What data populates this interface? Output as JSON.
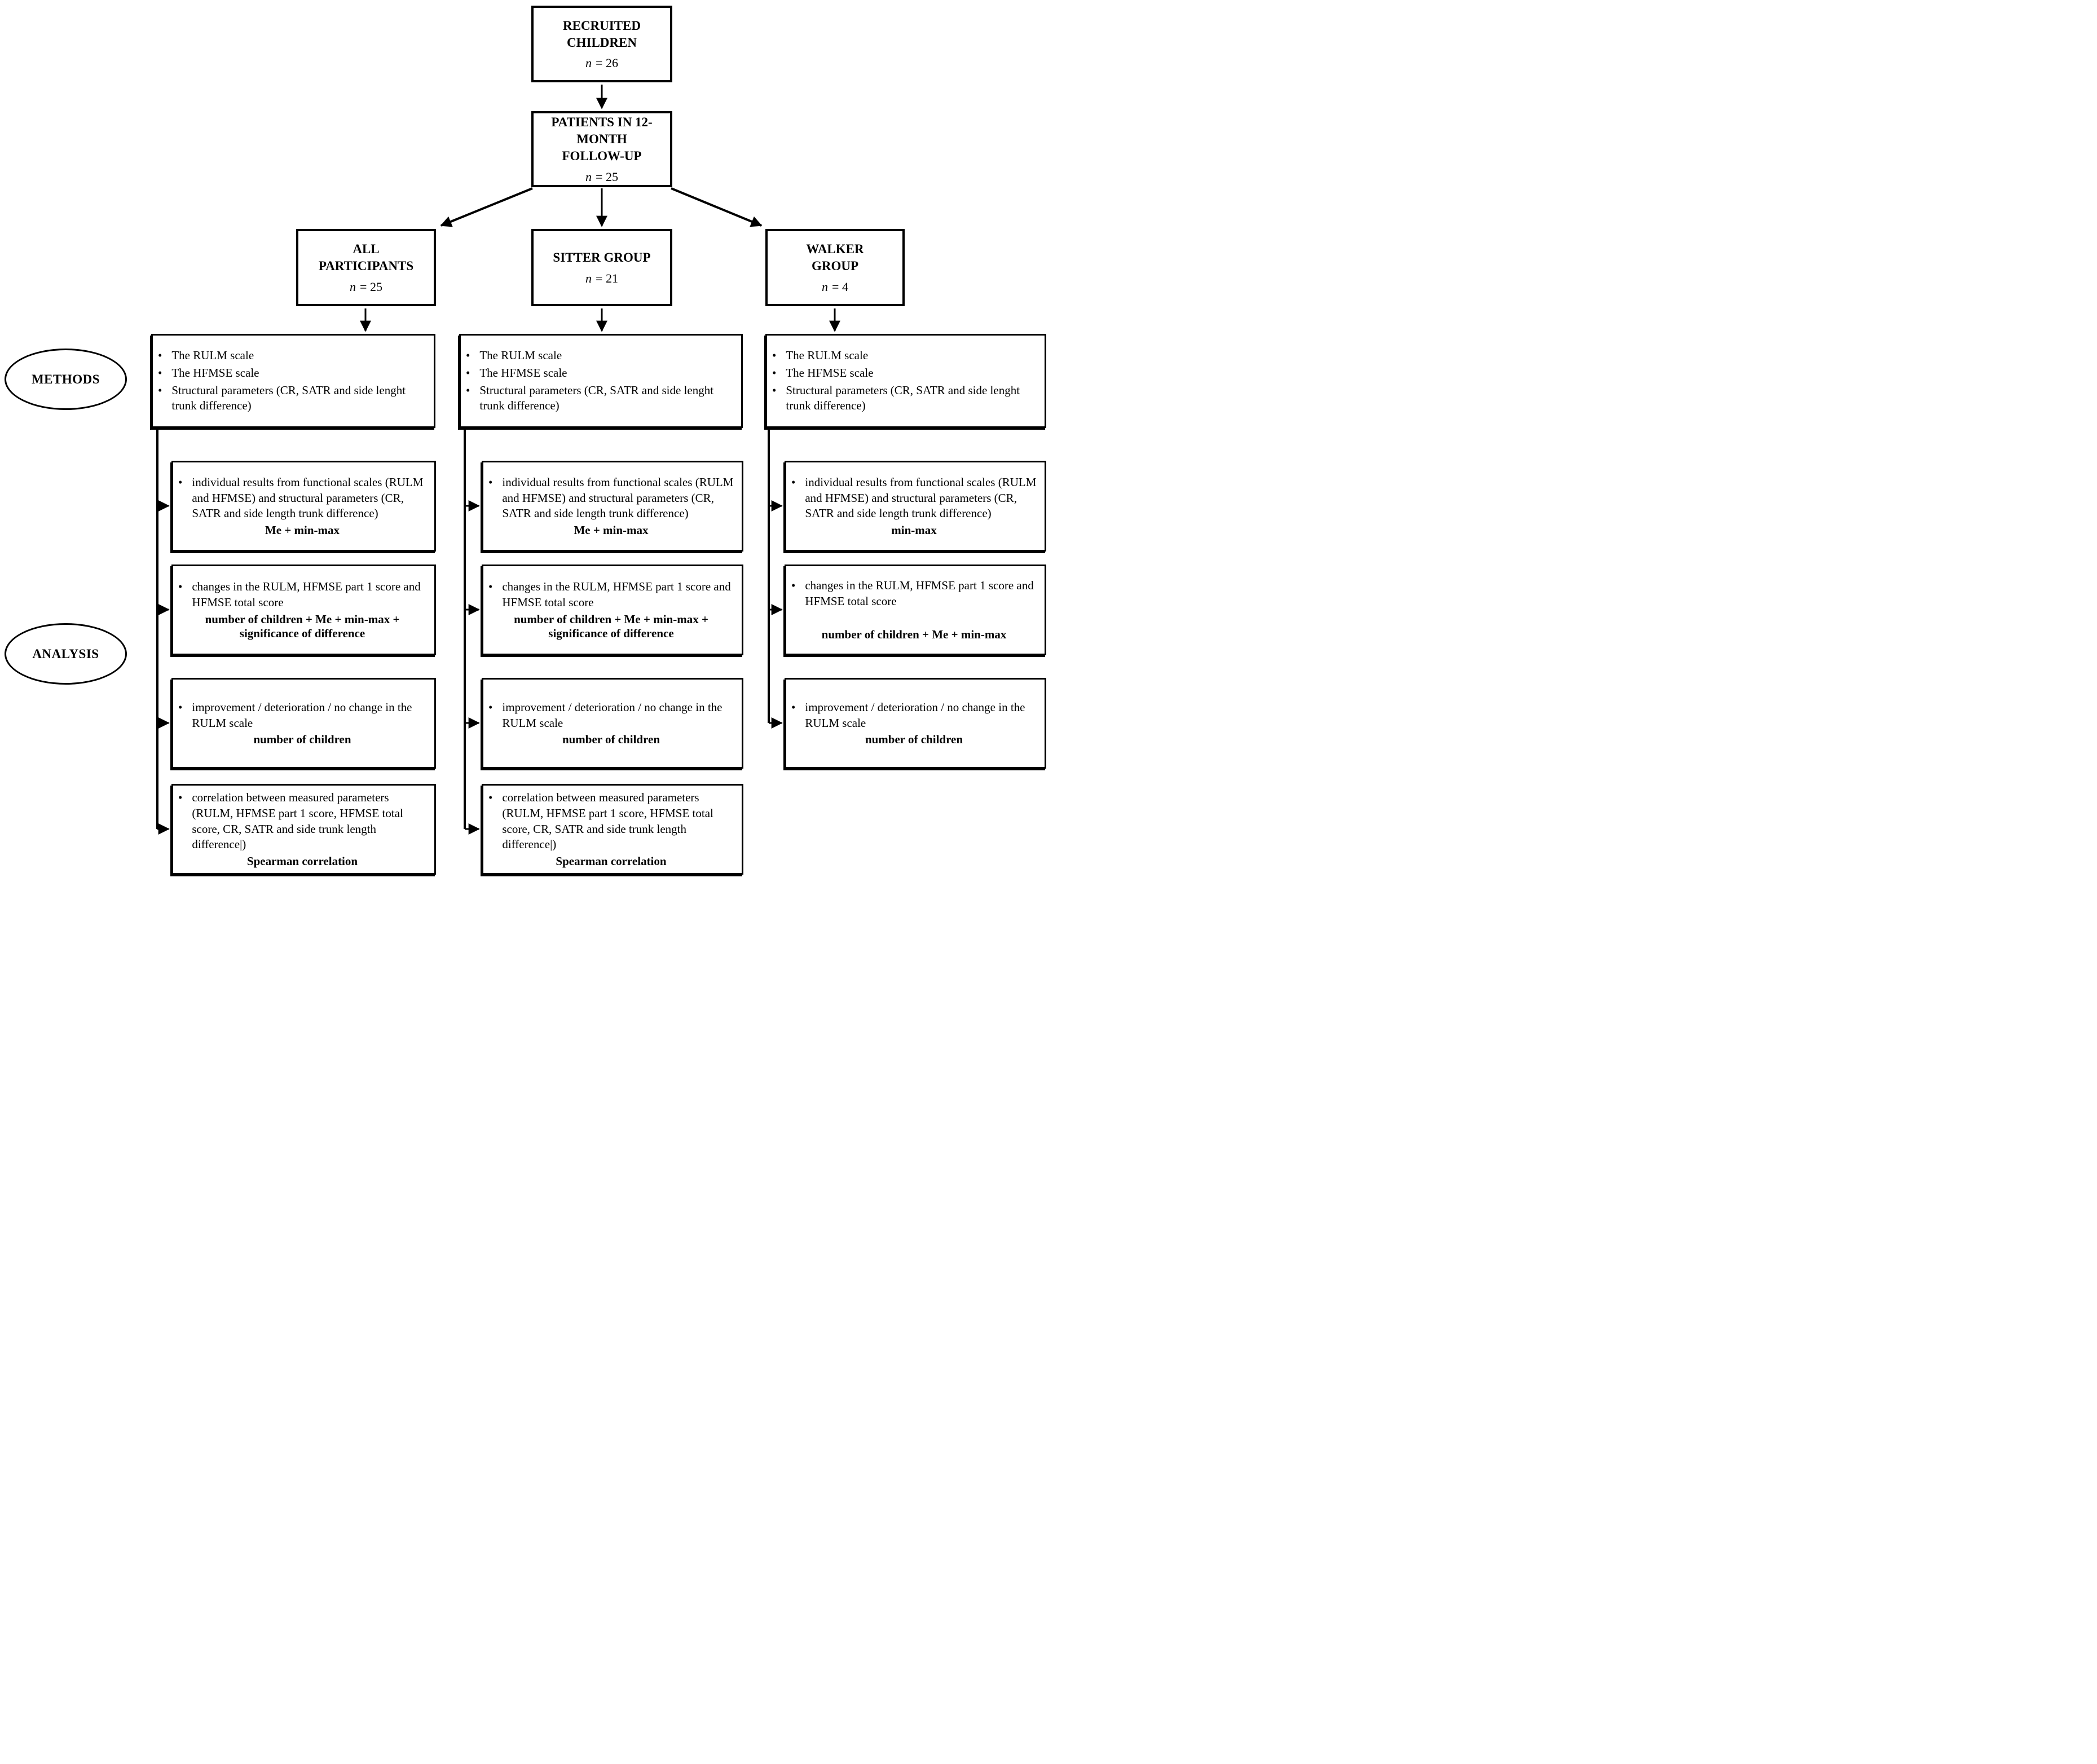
{
  "colors": {
    "ink": "#000000",
    "background": "#ffffff"
  },
  "nodes": {
    "recruited": {
      "title": "RECRUITED CHILDREN",
      "n_label": "n",
      "n_value": "= 26"
    },
    "followup": {
      "title": "PATIENTS IN 12-MONTH FOLLOW-UP",
      "n_label": "n",
      "n_value": "= 25"
    },
    "group_all": {
      "title": "ALL PARTICIPANTS",
      "n_label": "n",
      "n_value": "= 25"
    },
    "group_sitter": {
      "title": "SITTER GROUP",
      "n_label": "n",
      "n_value": "= 21"
    },
    "group_walker": {
      "title": "WALKER GROUP",
      "n_label": "n",
      "n_value": "= 4"
    }
  },
  "stage_labels": {
    "methods": "METHODS",
    "analysis": "ANALYSIS"
  },
  "methods": {
    "bullets": [
      "The RULM scale",
      "The HFMSE scale",
      "Structural parameters (CR, SATR and side lenght trunk difference)"
    ]
  },
  "analysis": {
    "row1": {
      "bullet": "individual results from functional scales (RULM and HFMSE) and structural parameters (CR, SATR and side length trunk difference)",
      "result_full": "Me + min-max",
      "result_walker": "min-max"
    },
    "row2": {
      "bullet": "changes in the RULM, HFMSE part 1 score and HFMSE total score",
      "result_full": "number of children + Me + min-max + significance of difference",
      "result_walker": "number of children + Me + min-max"
    },
    "row3": {
      "bullet": "improvement / deterioration / no change in the RULM scale",
      "result": "number of children"
    },
    "row4": {
      "bullet": "correlation between measured parameters (RULM, HFMSE part 1 score, HFMSE total score, CR, SATR and side trunk length difference|)",
      "result": "Spearman correlation"
    }
  }
}
